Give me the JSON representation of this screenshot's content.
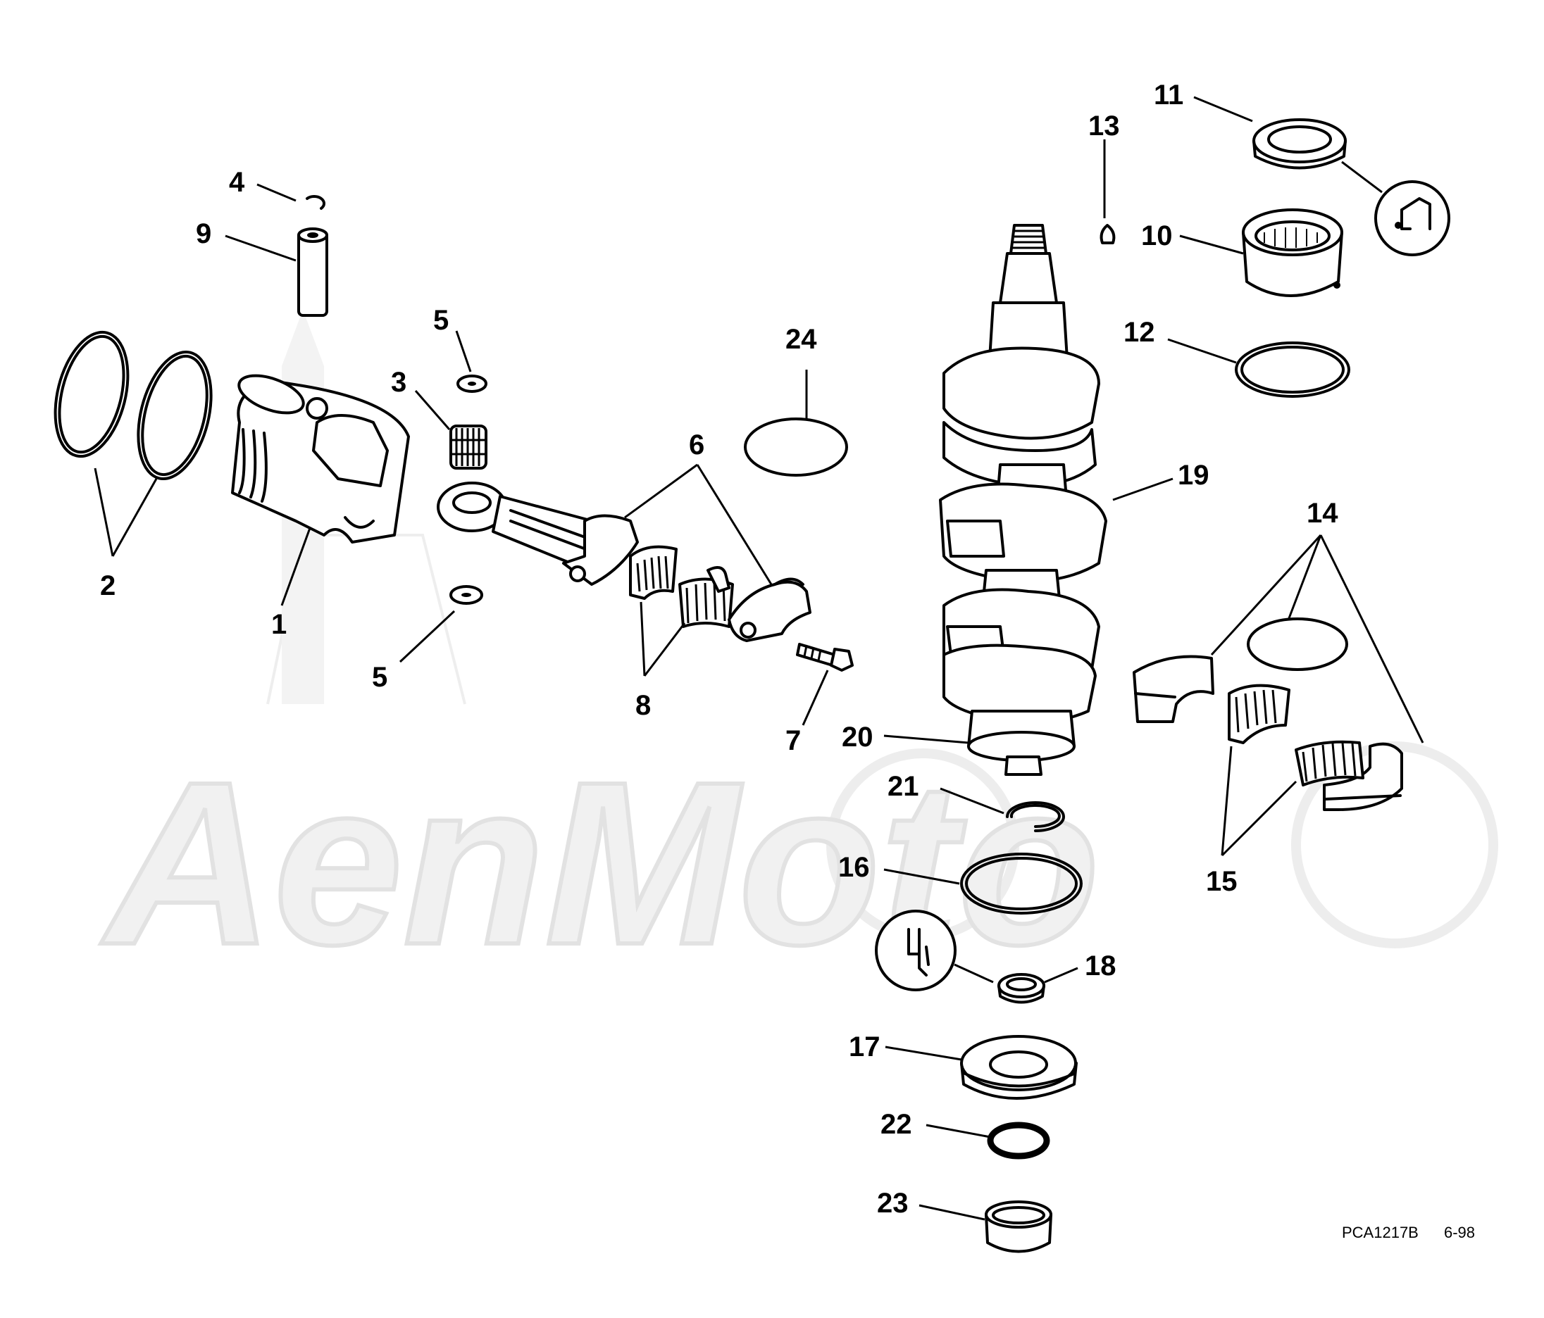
{
  "watermark": {
    "text": "AenMoto"
  },
  "callouts": {
    "c1": "1",
    "c2": "2",
    "c3": "3",
    "c4": "4",
    "c5a": "5",
    "c5b": "5",
    "c6": "6",
    "c7": "7",
    "c8": "8",
    "c9": "9",
    "c10": "10",
    "c11": "11",
    "c12": "12",
    "c13": "13",
    "c14": "14",
    "c15": "15",
    "c16": "16",
    "c17": "17",
    "c18": "18",
    "c19": "19",
    "c20": "20",
    "c21": "21",
    "c22": "22",
    "c23": "23",
    "c24": "24"
  },
  "footer": {
    "code": "PCA1217B",
    "date": "6-98"
  },
  "icons": {
    "sealant": "sealant-icon",
    "lubricant": "lubricant-icon"
  }
}
